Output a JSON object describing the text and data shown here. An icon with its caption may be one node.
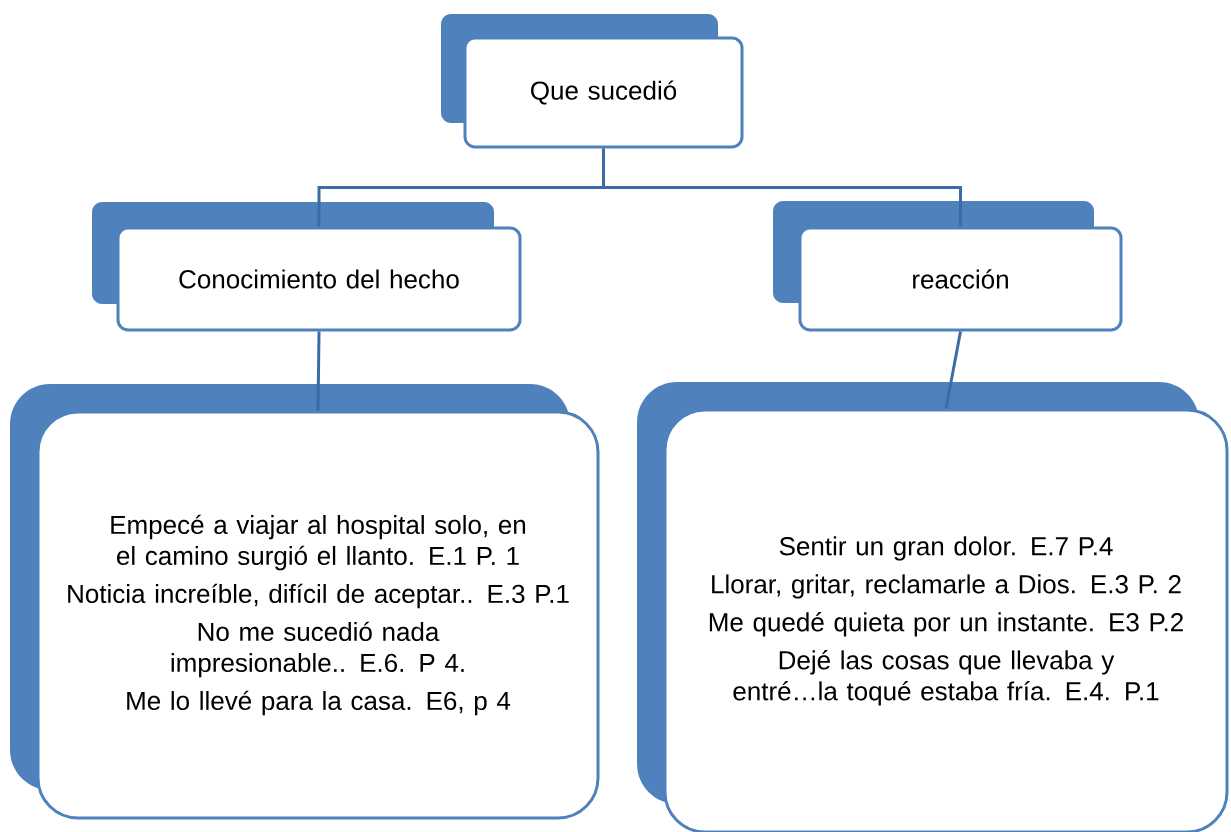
{
  "diagram": {
    "nodes": [
      {
        "text": [
          "Que sucedió"
        ]
      },
      {
        "text": [
          "Conocimiento del hecho"
        ]
      },
      {
        "text": [
          "reacción"
        ]
      },
      {
        "text": [
          "Empecé a viajar al hospital solo, en el camino surgió el llanto. E.1 P. 1",
          "Noticia increíble, difícil de aceptar.. E.3 P.1",
          "No me sucedió nada impresionable.. E.6. P 4.",
          "Me lo llevé para la casa. E6, p 4"
        ]
      },
      {
        "text": [
          "Sentir un gran dolor. E.7 P.4",
          "Llorar, gritar, reclamarle a Dios. E.3 P. 2",
          "Me quedé quieta por un instante. E3 P.2",
          "Dejé las cosas que llevaba y entré…la toqué estaba fría. E.4. P.1"
        ]
      }
    ],
    "edges": [
      {
        "from": 0,
        "to": 1,
        "arrow": "none"
      },
      {
        "from": 0,
        "to": 2,
        "arrow": "none"
      },
      {
        "from": 1,
        "to": 3,
        "arrow": "none"
      },
      {
        "from": 2,
        "to": 4,
        "arrow": "none"
      }
    ]
  }
}
